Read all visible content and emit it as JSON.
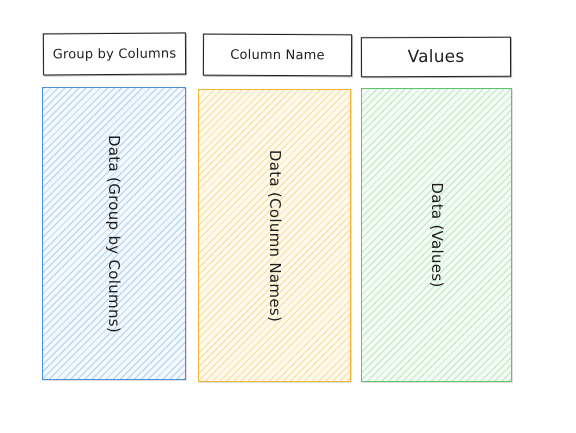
{
  "headers": {
    "group_by": "Group by Columns",
    "column_name": "Column Name",
    "values": "Values"
  },
  "boxes": {
    "group_by": {
      "label": "Data (Group by Columns)",
      "color": "#4a90d9"
    },
    "column_name": {
      "label": "Data (Column Names)",
      "color": "#f0b43a"
    },
    "values": {
      "label": "Data (Values)",
      "color": "#5cc46a"
    }
  }
}
